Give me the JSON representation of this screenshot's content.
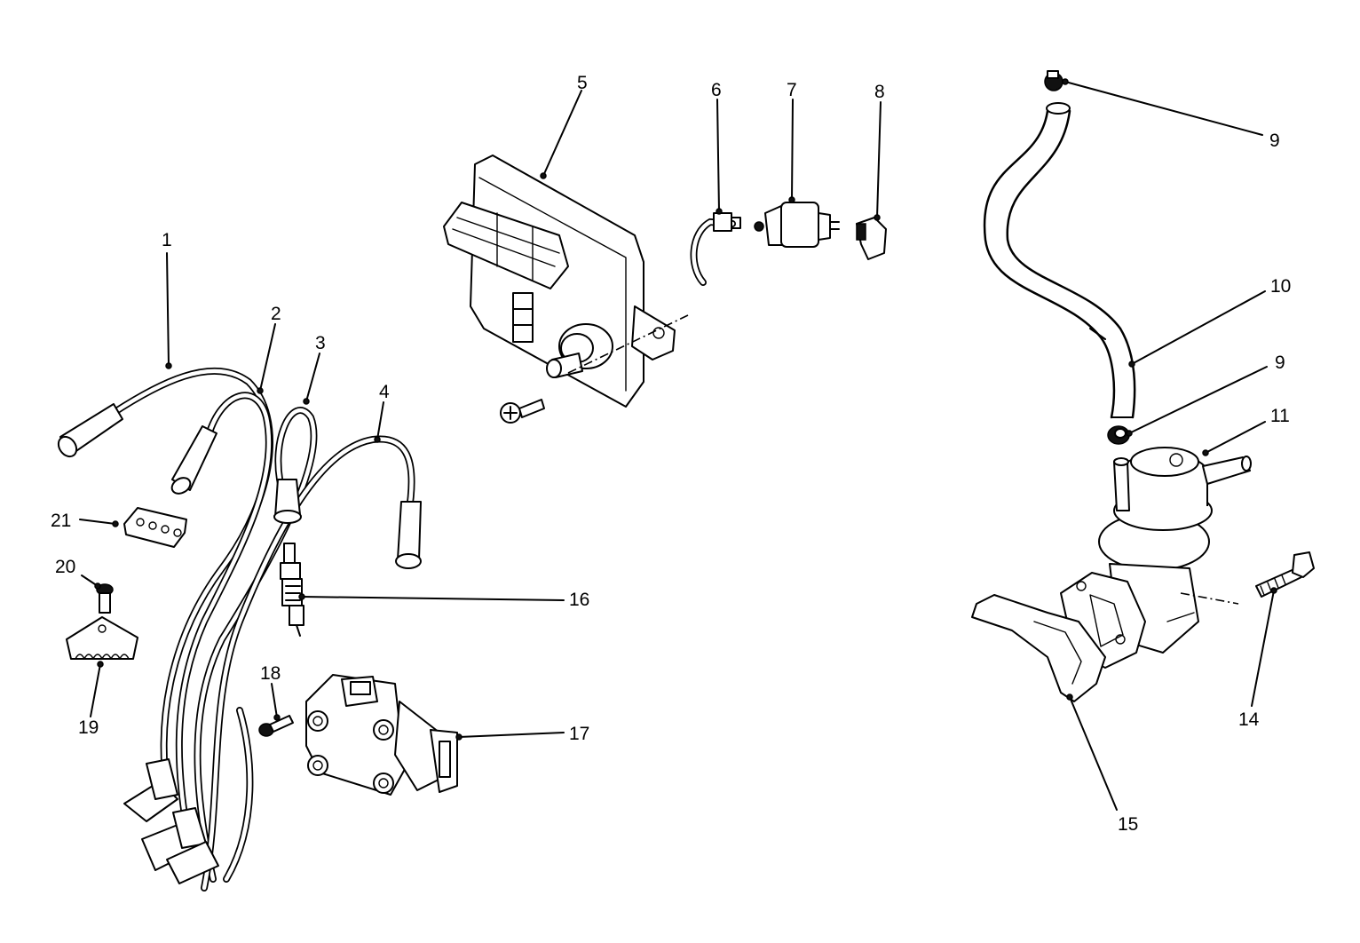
{
  "callouts": {
    "c1": "1",
    "c2": "2",
    "c3": "3",
    "c4": "4",
    "c5": "5",
    "c6": "6",
    "c7": "7",
    "c8": "8",
    "c9a": "9",
    "c9b": "9",
    "c10": "10",
    "c11": "11",
    "c14": "14",
    "c15": "15",
    "c16": "16",
    "c17": "17",
    "c18": "18",
    "c19": "19",
    "c20": "20",
    "c21": "21"
  }
}
